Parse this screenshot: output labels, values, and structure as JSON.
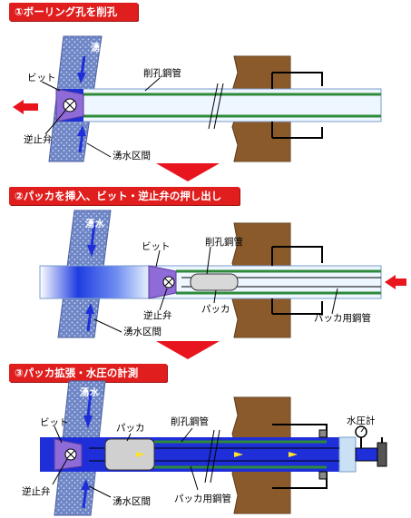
{
  "steps": [
    {
      "title": "①ボーリング孔を削孔"
    },
    {
      "title": "②パッカを挿入、ビット・逆止弁の押し出し"
    },
    {
      "title": "③パッカ拡張・水圧の計測"
    }
  ],
  "labels": {
    "bit": "ビット",
    "check_valve": "逆止弁",
    "spring_zone": "湧水区間",
    "spring_water": "湧水",
    "drill_pipe": "削孔鋼管",
    "packer": "パッカ",
    "packer_pipe": "パッカ用鋼管",
    "pressure_gauge": "水圧計"
  },
  "colors": {
    "banner": "#e01e1e",
    "arrow_red": "#e8141e",
    "water_blue": "#1e2ed8",
    "pipe_green": "#2e8b3a",
    "wall_brown": "#8b5a2b",
    "bit_purple": "#8e6bd6"
  }
}
